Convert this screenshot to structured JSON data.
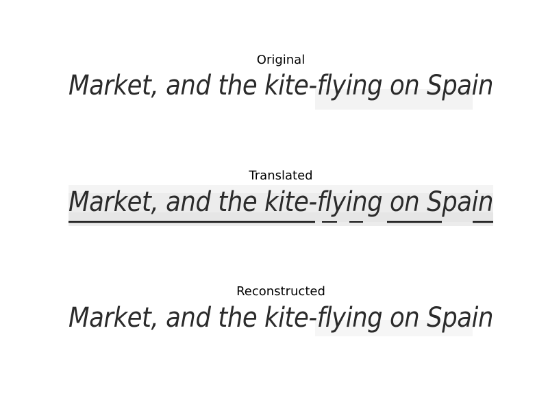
{
  "panels": [
    {
      "title": "Original",
      "handwritten_text": "Market, and the kite-flying on Spain"
    },
    {
      "title": "Translated",
      "handwritten_text": "Market, and the kite-flying on Spain"
    },
    {
      "title": "Reconstructed",
      "handwritten_text": "Market, and the kite-flying on Spain"
    }
  ],
  "colors": {
    "ink": "#2b2b2b",
    "translated_background": "#ececec",
    "underline": "#111111"
  }
}
